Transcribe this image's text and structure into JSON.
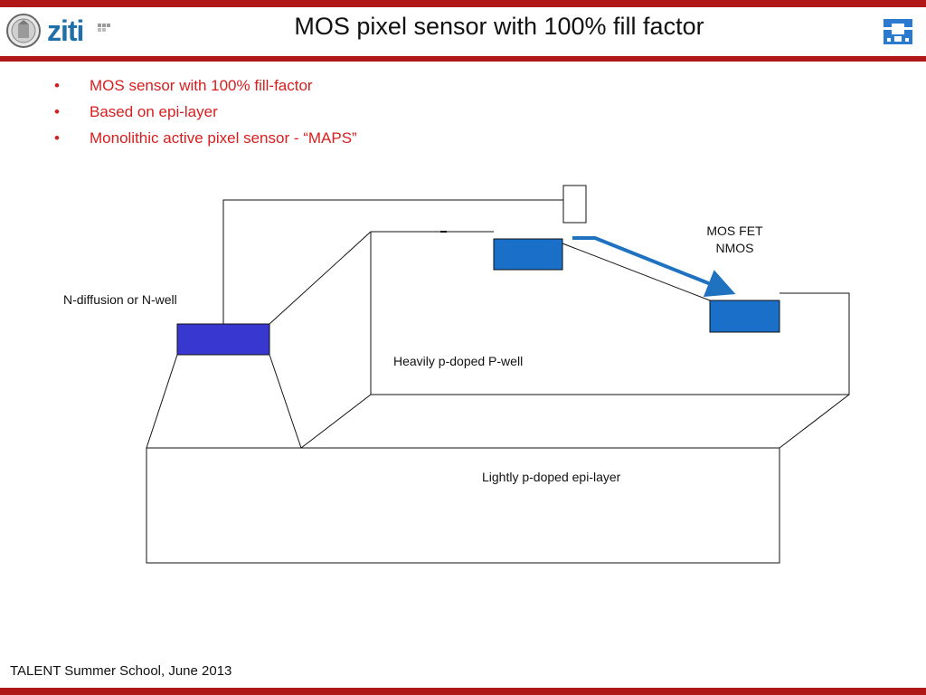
{
  "slide": {
    "title": "MOS pixel sensor with 100% fill factor",
    "footer": "TALENT Summer School, June 2013",
    "logo_text": "ziti",
    "bullets": [
      "MOS sensor with 100% fill-factor",
      "Based on epi-layer",
      "Monolithic active pixel sensor  - “MAPS”"
    ]
  },
  "diagram": {
    "labels": {
      "n_diffusion": "N-diffusion or N-well",
      "mos_fet_line1": "MOS FET",
      "mos_fet_line2": "NMOS",
      "p_well": "Heavily p-doped P-well",
      "epi_layer": "Lightly p-doped epi-layer"
    }
  },
  "colors": {
    "brand_red": "#b01818",
    "bullet_red": "#d81e1e",
    "n_diffusion_fill": "#3838d0",
    "fet_fill": "#1a6fc8",
    "arrow_blue": "#1e72c0"
  }
}
